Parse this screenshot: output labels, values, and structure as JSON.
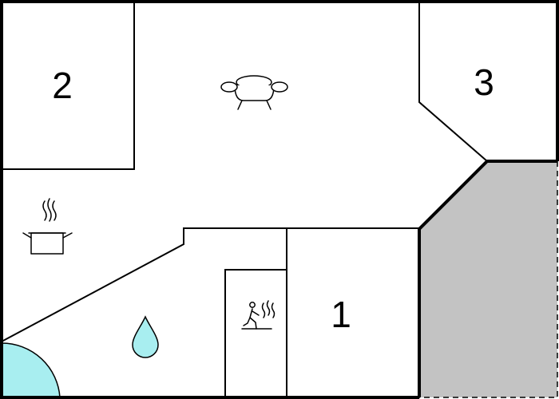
{
  "rooms": [
    {
      "id": "room-1",
      "label": "1"
    },
    {
      "id": "room-2",
      "label": "2"
    },
    {
      "id": "room-3",
      "label": "3"
    }
  ],
  "icons": {
    "living": "sofa-icon",
    "kitchen": "cooking-pot-icon",
    "bathroom": "water-drop-icon",
    "sauna": "sauna-icon"
  },
  "colors": {
    "wall": "#000000",
    "floor": "#ffffff",
    "terrace": "#c3c3c3",
    "water": "#a8eef0"
  }
}
